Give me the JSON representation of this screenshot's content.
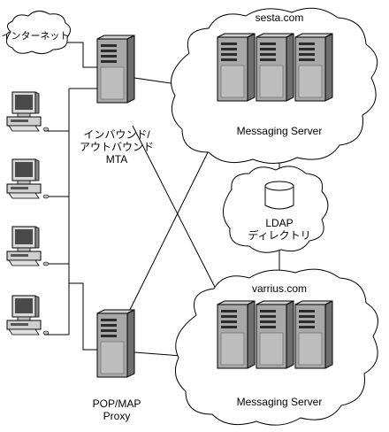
{
  "nodes": {
    "internet": {
      "label": "インターネット"
    },
    "mta": {
      "label_line1": "インバウンド/",
      "label_line2": "アウトバウンド",
      "label_line3": "MTA"
    },
    "proxy": {
      "label_line1": "POP/MAP",
      "label_line2": "Proxy"
    },
    "ldap": {
      "label_line1": "LDAP",
      "label_line2": "ディレクトリ"
    },
    "sesta": {
      "domain": "sesta.com",
      "server_label": "Messaging Server"
    },
    "varrius": {
      "domain": "varrius.com",
      "server_label": "Messaging Server"
    }
  },
  "clients": {
    "count": 4
  },
  "colors": {
    "stroke": "#000000",
    "tower_body": "#9e9e9e",
    "tower_side": "#6e6e6e",
    "monitor_screen": "#4a4a4a",
    "cloud_fill": "#ffffff"
  },
  "icons": [
    "internet-cloud-icon",
    "server-tower-icon",
    "workstation-icon",
    "database-cylinder-icon",
    "network-cloud-icon"
  ]
}
